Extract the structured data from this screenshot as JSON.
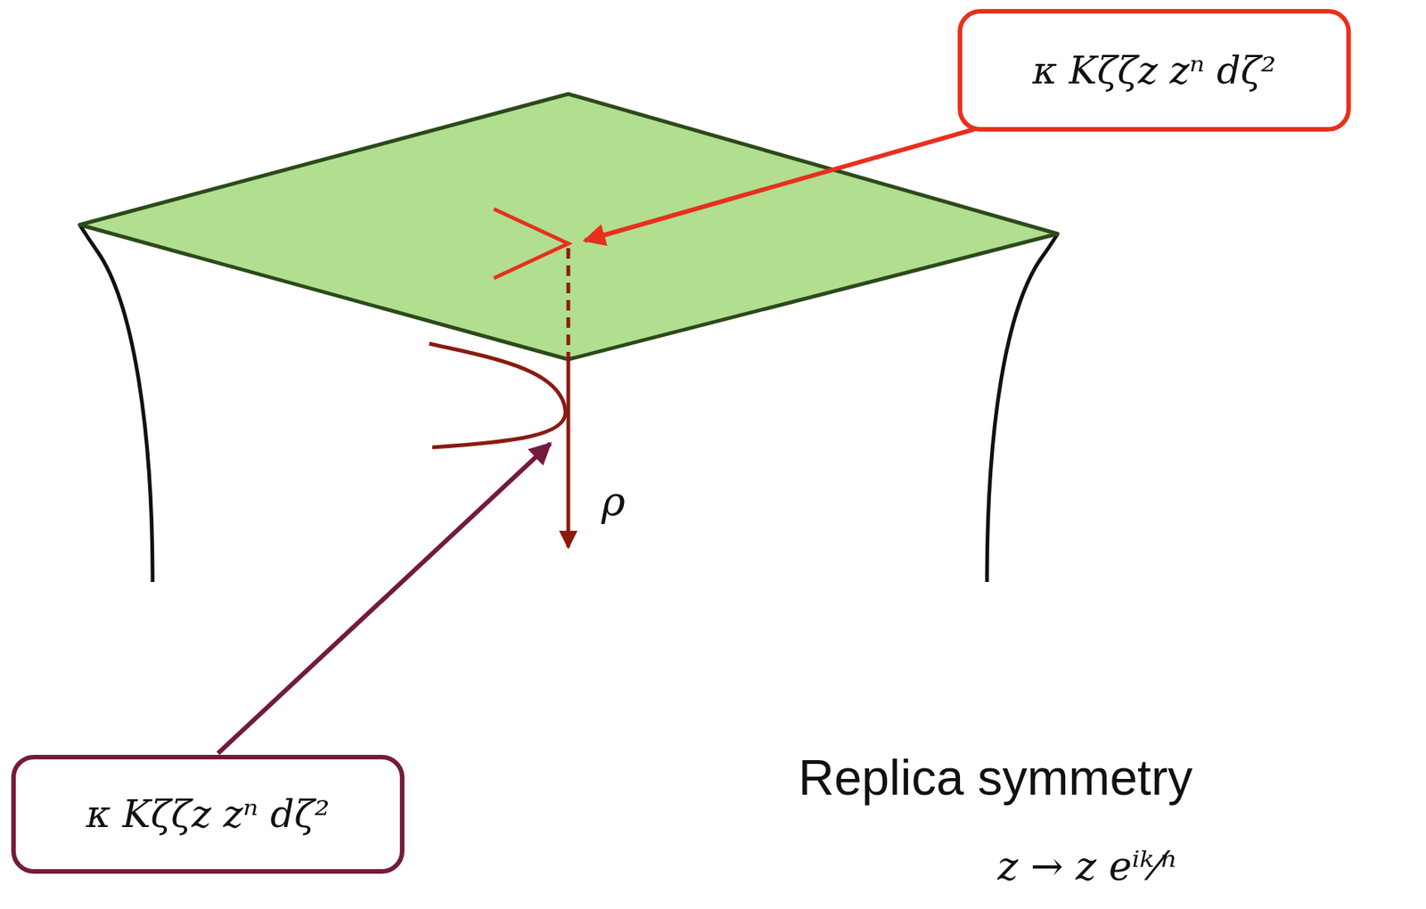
{
  "diagram": {
    "nodes": [
      {
        "text": [
          "κ Kζζz zⁿ dζ²"
        ]
      },
      {
        "text": [
          "κ Kζζz zⁿ dζ²"
        ]
      }
    ],
    "labels": [
      "ρ",
      "Replica symmetry",
      "z → z eⁱᵏ⁄ⁿ"
    ]
  }
}
